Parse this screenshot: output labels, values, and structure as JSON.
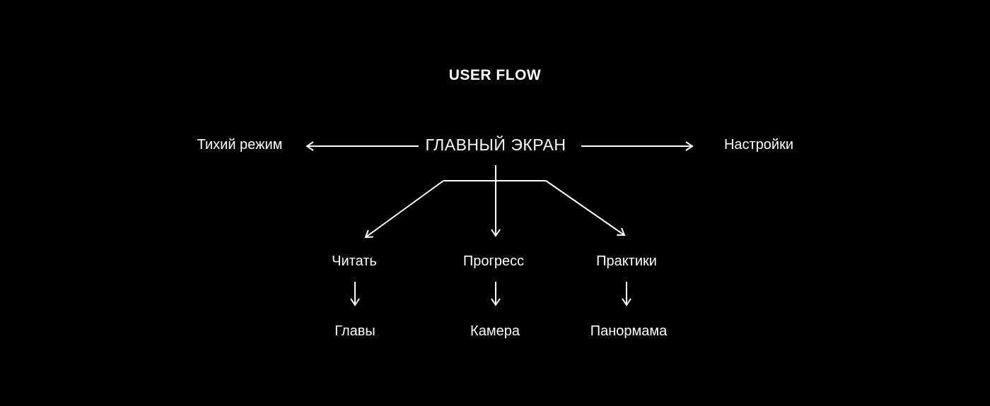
{
  "title": "USER FLOW",
  "colors": {
    "background": "#000000",
    "foreground": "#ffffff",
    "line": "#ffffff"
  },
  "flow": {
    "root": "ГЛАВНЫЙ ЭКРАН",
    "left": "Тихий режим",
    "right": "Настройки",
    "branches": [
      {
        "label": "Читать",
        "child": "Главы"
      },
      {
        "label": "Прогресс",
        "child": "Камера"
      },
      {
        "label": "Практики",
        "child": "Панормама"
      }
    ]
  }
}
